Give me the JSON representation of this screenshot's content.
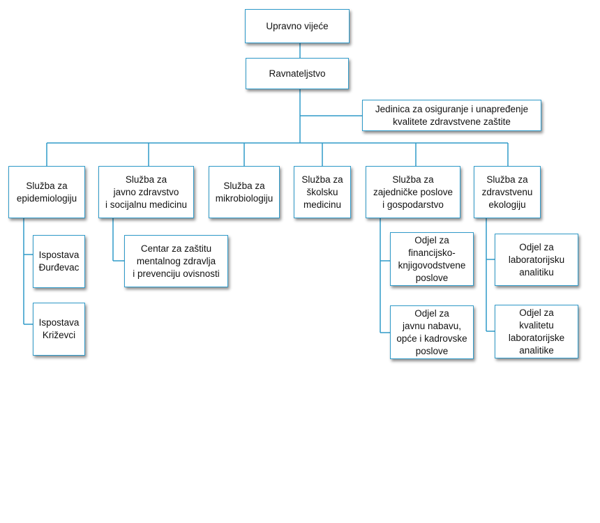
{
  "diagram": {
    "nodes": {
      "upravno_vijece": "Upravno vijeće",
      "ravnateljstvo": "Ravnateljstvo",
      "jedinica_kvaliteta": "Jedinica za osiguranje i unapređenje\nkvalitete zdravstvene zaštite",
      "sluzba_epidemiologija": "Služba za\nepidemiologiju",
      "sluzba_javno_zdravstvo": "Služba za\njavno zdravstvo\ni socijalnu medicinu",
      "sluzba_mikrobiologija": "Služba za\nmikrobiologiju",
      "sluzba_skolska_medicina": "Služba za\nškolsku\nmedicinu",
      "sluzba_zajednicki_poslovi": "Služba za\nzajedničke poslove\ni gospodarstvo",
      "sluzba_zdravstvena_ekologija": "Služba za\nzdravstvenu\nekologiju",
      "ispostava_durdevac": "Ispostava\nĐurđevac",
      "ispostava_krizevci": "Ispostava\nKriževci",
      "centar_mentalno_zdravlje": "Centar za zaštitu\nmentalnog zdravlja\ni prevenciju ovisnosti",
      "odjel_financijsko": "Odjel za\nfinancijsko-\nknjigovodstvene\nposlove",
      "odjel_nabava": "Odjel za\njavnu nabavu,\nopće i kadrovske\nposlove",
      "odjel_laboratorijska_analitika": "Odjel za\nlaboratorijsku\nanalitiku",
      "odjel_kvaliteta_laboratorija": "Odjel za\nkvalitetu\nlaboratorijske\nanalitike"
    }
  }
}
